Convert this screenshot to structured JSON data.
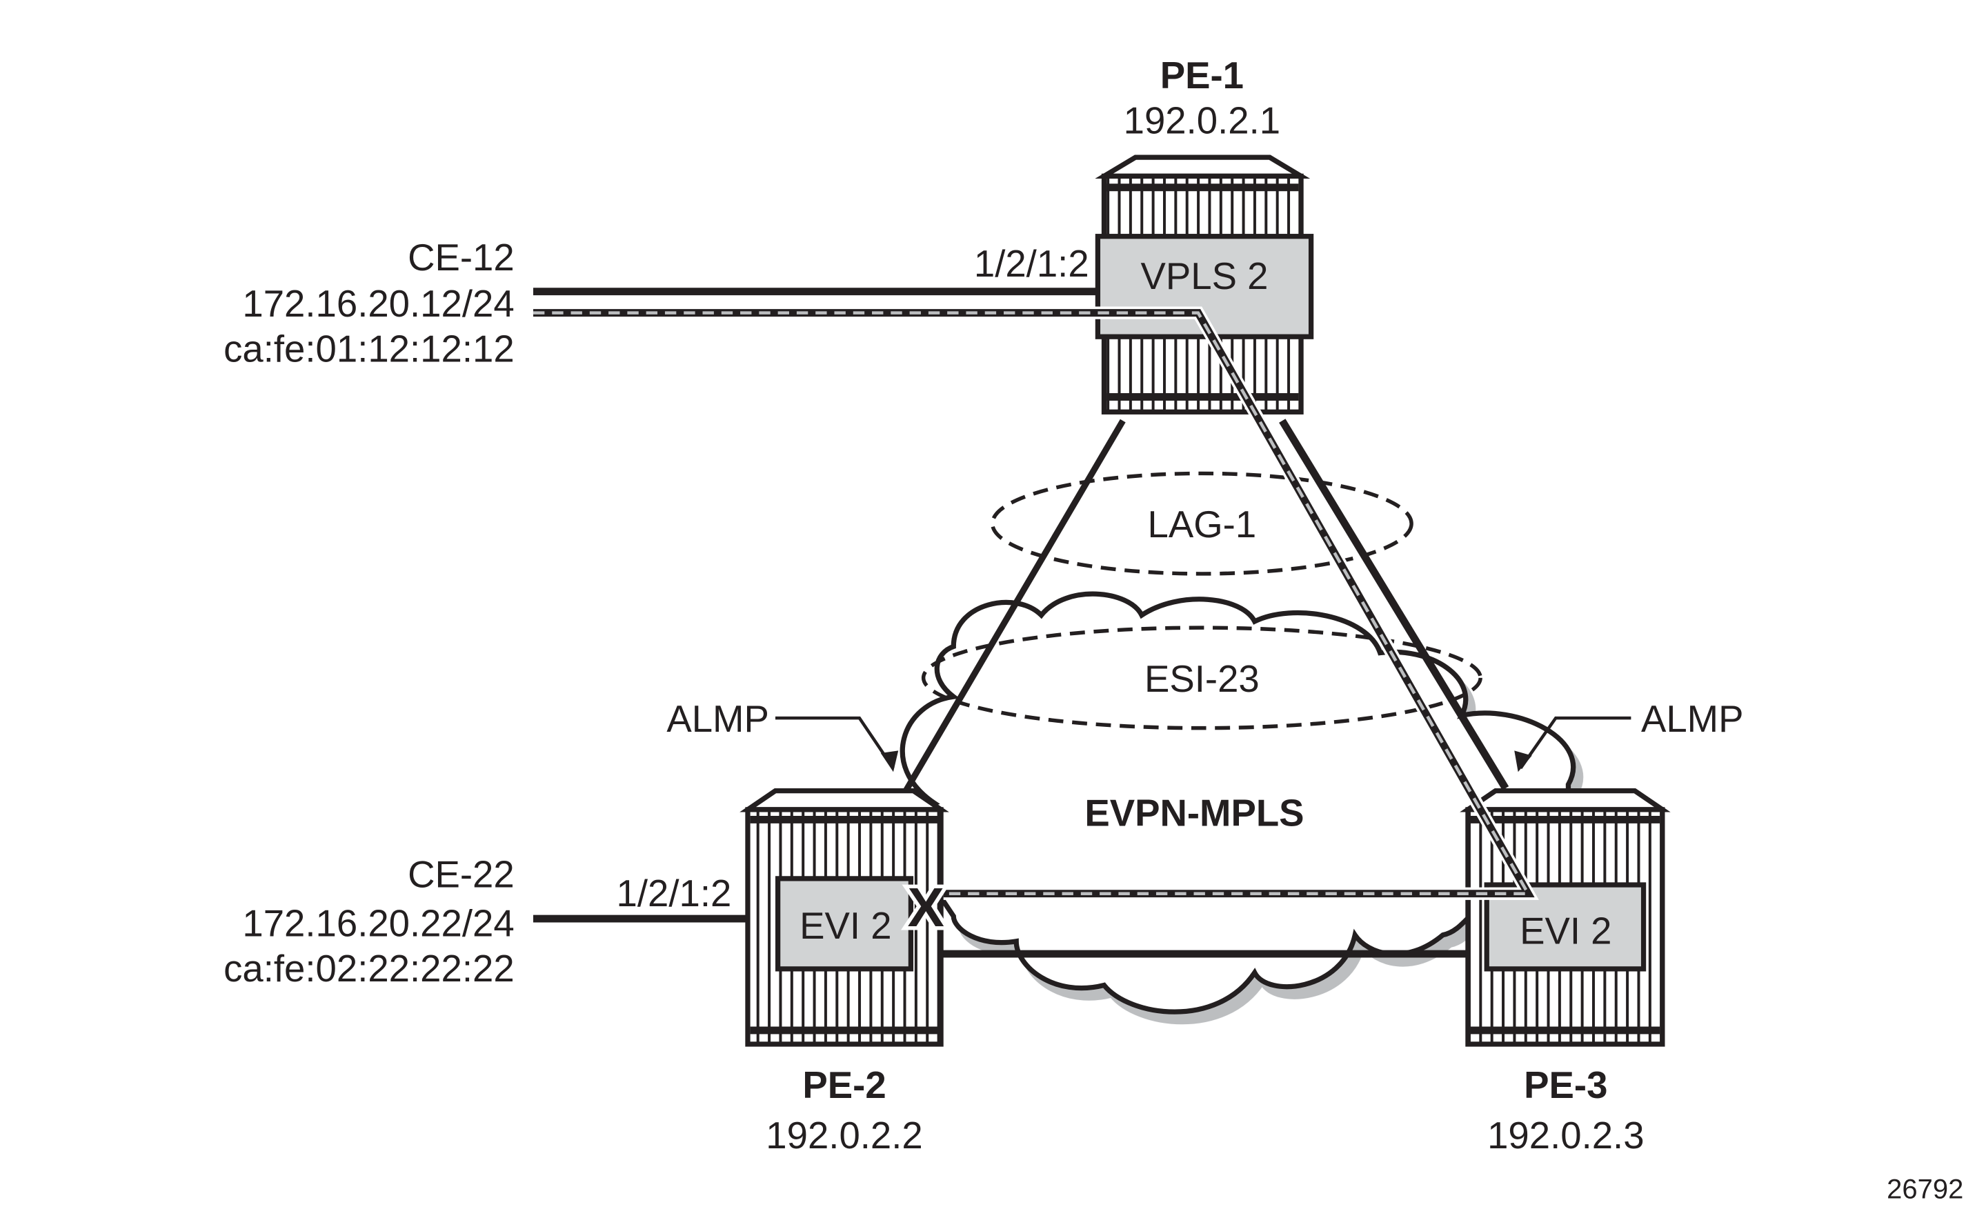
{
  "nodes": {
    "pe1": {
      "name": "PE-1",
      "ip": "192.0.2.1",
      "service": "VPLS 2",
      "port": "1/2/1:2"
    },
    "pe2": {
      "name": "PE-2",
      "ip": "192.0.2.2",
      "service": "EVI 2",
      "port": "1/2/1:2"
    },
    "pe3": {
      "name": "PE-3",
      "ip": "192.0.2.3",
      "service": "EVI 2"
    }
  },
  "ces": {
    "ce12": {
      "name": "CE-12",
      "ip": "172.16.20.12/24",
      "mac": "ca:fe:01:12:12:12"
    },
    "ce22": {
      "name": "CE-22",
      "ip": "172.16.20.22/24",
      "mac": "ca:fe:02:22:22:22"
    }
  },
  "labels": {
    "lag": "LAG-1",
    "esi": "ESI-23",
    "cloud": "EVPN-MPLS",
    "almp_left": "ALMP",
    "almp_right": "ALMP",
    "fail_mark": "X",
    "figure_id": "26792"
  },
  "colors": {
    "ink": "#231f20",
    "box_fill": "#d1d3d4",
    "shadow": "#bcbec0"
  }
}
